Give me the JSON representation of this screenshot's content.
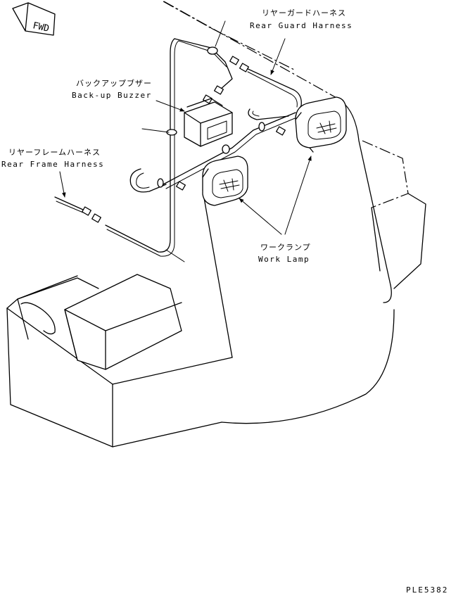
{
  "fwd_label": "FWD",
  "labels": {
    "rear_guard_harness": {
      "jp": "リヤーガードハーネス",
      "en": "Rear Guard Harness"
    },
    "backup_buzzer": {
      "jp": "バックアップブザー",
      "en": "Back-up Buzzer"
    },
    "rear_frame_harness": {
      "jp": "リヤーフレームハーネス",
      "en": "Rear Frame Harness"
    },
    "work_lamp": {
      "jp": "ワークランプ",
      "en": "Work Lamp"
    }
  },
  "drawing_code": "PLE5382"
}
